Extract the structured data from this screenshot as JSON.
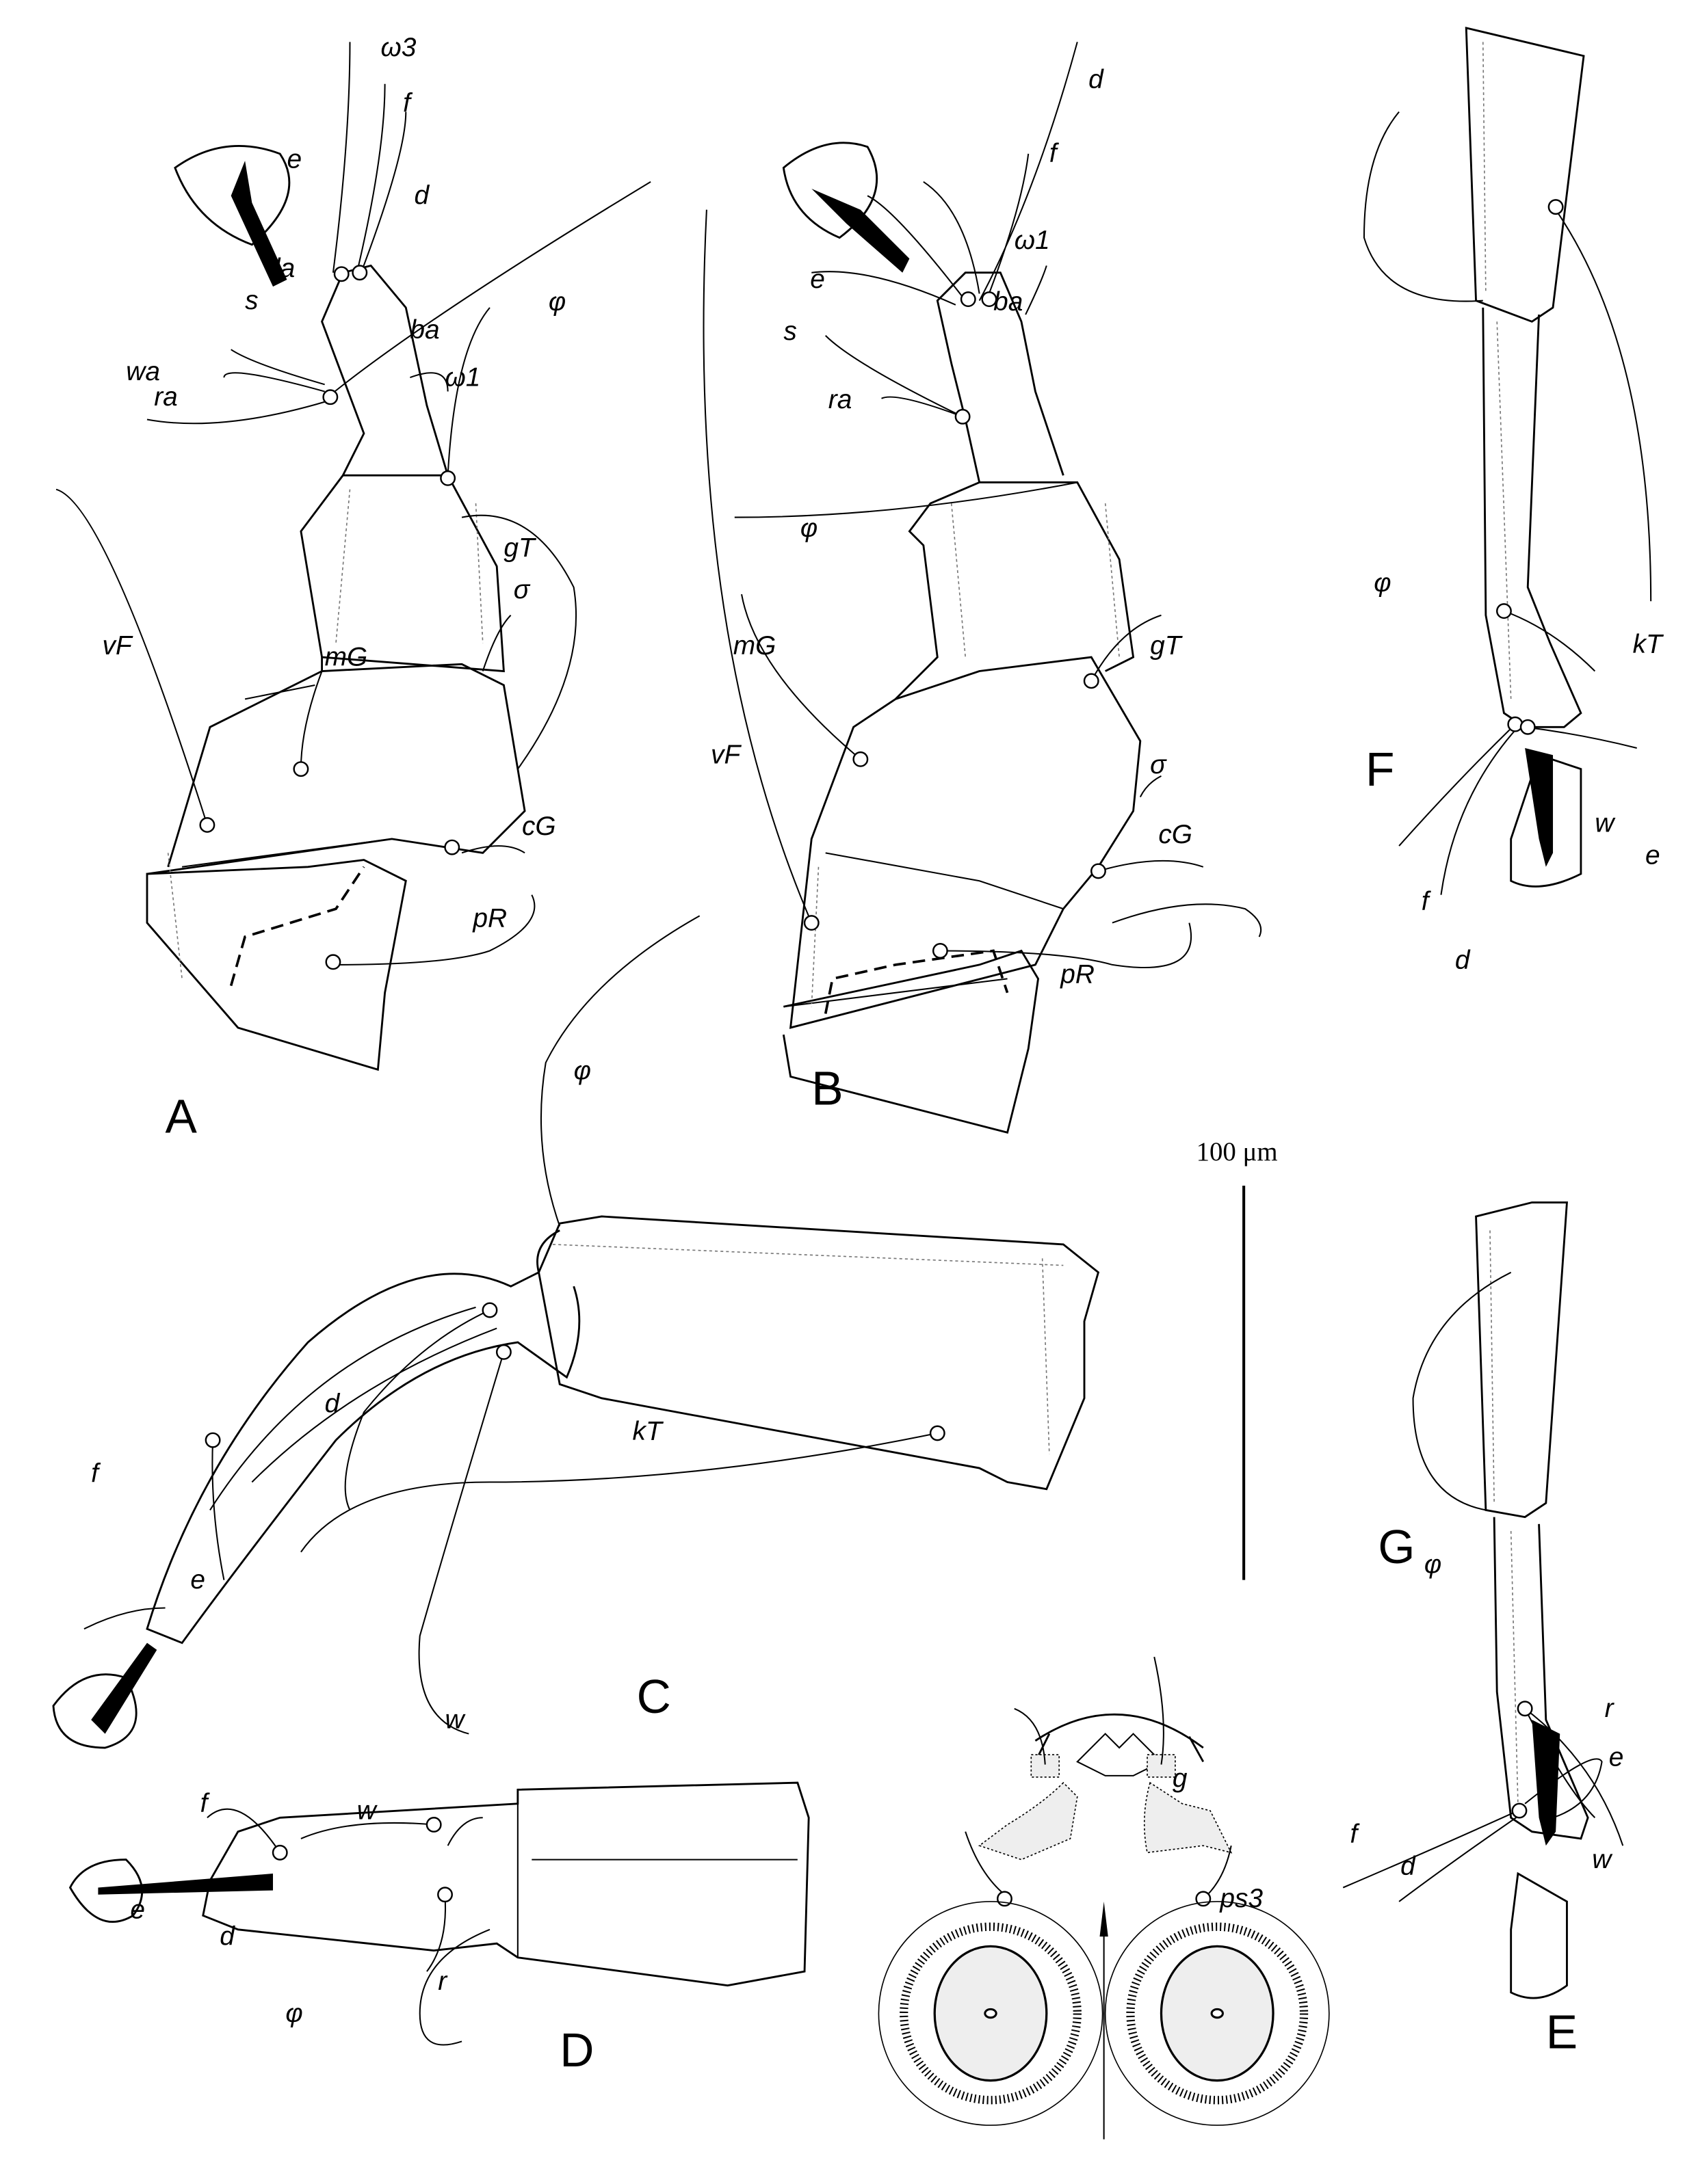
{
  "figure": {
    "panels": {
      "A": {
        "letter": "A",
        "setae": [
          "e",
          "ω3",
          "f",
          "d",
          "la",
          "φ",
          "ba",
          "s",
          "wa",
          "ω1",
          "ra",
          "gT",
          "σ",
          "vF",
          "mG",
          "cG",
          "pR"
        ]
      },
      "B": {
        "letter": "B",
        "setae": [
          "d",
          "f",
          "ω1",
          "e",
          "ba",
          "s",
          "ra",
          "φ",
          "mG",
          "gT",
          "σ",
          "vF",
          "cG",
          "pR"
        ]
      },
      "C": {
        "letter": "C",
        "setae": [
          "φ",
          "d",
          "kT",
          "f",
          "e",
          "w"
        ]
      },
      "D": {
        "letter": "D",
        "setae": [
          "f",
          "w",
          "e",
          "d",
          "φ",
          "r"
        ]
      },
      "E": {
        "letter": "E",
        "setae": [
          "g",
          "ps3"
        ]
      },
      "F": {
        "letter": "F",
        "setae": [
          "φ",
          "kT",
          "w",
          "e",
          "f",
          "d"
        ]
      },
      "G": {
        "letter": "G",
        "setae": [
          "φ",
          "r",
          "e",
          "f",
          "w",
          "d"
        ]
      }
    },
    "scale_bar": {
      "label": "100 μm"
    }
  }
}
